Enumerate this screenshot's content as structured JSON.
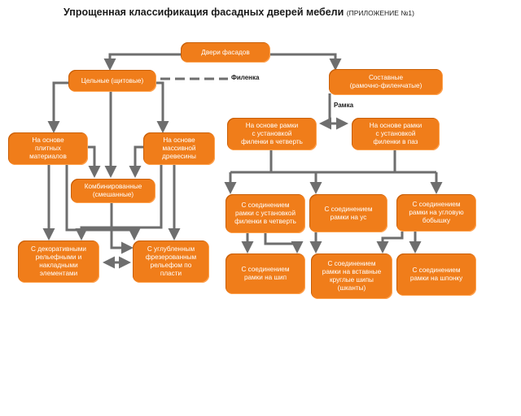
{
  "title": {
    "main": "Упрощенная классификация фасадных дверей мебели",
    "appendix": "(ПРИЛОЖЕНИЕ №1)"
  },
  "nodes": {
    "doors": "Двери фасадов",
    "solid": "Цельные (щитовые)",
    "composite": "Составные\n(рамочно-филенчатые)",
    "slab": "На основе\nплитных\nматериалов",
    "massive": "На основе\nмассивной\nдревесины",
    "combined": "Комбинированные\n(смешанные)",
    "decor": "С декоративными\nрельефными и\nнакладными\nэлементами",
    "milled": "С углубленным\nфрезерованным\nрельефом по\nпласти",
    "frame_quarter": "На основе рамки\nс установкой\nфиленки в четверть",
    "frame_groove": "На основе рамки\nс установкой\nфиленки в паз",
    "conn_quarter": "С соединением\nрамки с установкой\nфиленки в четверть",
    "conn_mitre": "С соединением\nрамки на ус",
    "conn_corner": "С соединением\nрамки на угловую\nбобышку",
    "conn_tenon": "С соединением\nрамки на шип",
    "conn_dowels": "С соединением\nрамки на вставные\nкруглые шипы\n(шканты)",
    "conn_key": "С соединением\nрамки на шпонку"
  },
  "labels": {
    "panel": "Филенка",
    "frame": "Рамка"
  },
  "colors": {
    "node": "#f07d1a",
    "connector": "#6e6e6e",
    "text": "#ffffff"
  }
}
